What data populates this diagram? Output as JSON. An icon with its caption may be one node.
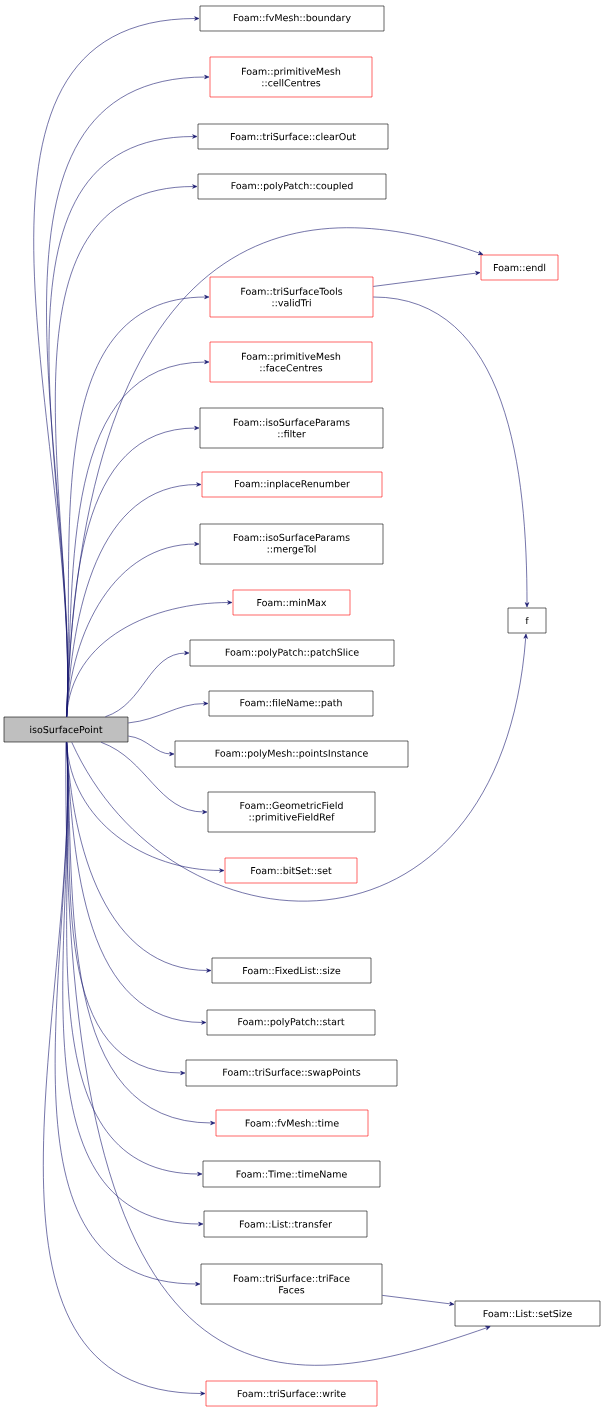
{
  "diagram": {
    "nodes": [
      {
        "text": [
          "isoSurfacePoint"
        ]
      },
      {
        "text": [
          "Foam::fvMesh::boundary"
        ]
      },
      {
        "text": [
          "Foam::primitiveMesh ::cellCentres"
        ]
      },
      {
        "text": [
          "Foam::triSurface::clearOut"
        ]
      },
      {
        "text": [
          "Foam::polyPatch::coupled"
        ]
      },
      {
        "text": [
          "Foam::endl"
        ]
      },
      {
        "text": [
          "Foam::triSurfaceTools ::validTri"
        ]
      },
      {
        "text": [
          "Foam::primitiveMesh ::faceCentres"
        ]
      },
      {
        "text": [
          "Foam::isoSurfaceParams ::filter"
        ]
      },
      {
        "text": [
          "Foam::inplaceRenumber"
        ]
      },
      {
        "text": [
          "Foam::isoSurfaceParams ::mergeTol"
        ]
      },
      {
        "text": [
          "Foam::minMax"
        ]
      },
      {
        "text": [
          "f"
        ]
      },
      {
        "text": [
          "Foam::polyPatch::patchSlice"
        ]
      },
      {
        "text": [
          "Foam::fileName::path"
        ]
      },
      {
        "text": [
          "Foam::polyMesh::pointsInstance"
        ]
      },
      {
        "text": [
          "Foam::GeometricField ::primitiveFieldRef"
        ]
      },
      {
        "text": [
          "Foam::bitSet::set"
        ]
      },
      {
        "text": [
          "Foam::FixedList::size"
        ]
      },
      {
        "text": [
          "Foam::polyPatch::start"
        ]
      },
      {
        "text": [
          "Foam::triSurface::swapPoints"
        ]
      },
      {
        "text": [
          "Foam::fvMesh::time"
        ]
      },
      {
        "text": [
          "Foam::Time::timeName"
        ]
      },
      {
        "text": [
          "Foam::List::transfer"
        ]
      },
      {
        "text": [
          "Foam::triSurface::triFace Faces"
        ]
      },
      {
        "text": [
          "Foam::List::setSize"
        ]
      },
      {
        "text": [
          "Foam::triSurface::write"
        ]
      }
    ],
    "edges": [
      {
        "from": 0,
        "to": 1,
        "arrow": "to"
      },
      {
        "from": 0,
        "to": 2,
        "arrow": "to"
      },
      {
        "from": 0,
        "to": 3,
        "arrow": "to"
      },
      {
        "from": 0,
        "to": 4,
        "arrow": "to"
      },
      {
        "from": 0,
        "to": 5,
        "arrow": "to"
      },
      {
        "from": 0,
        "to": 6,
        "arrow": "to"
      },
      {
        "from": 0,
        "to": 7,
        "arrow": "to"
      },
      {
        "from": 0,
        "to": 8,
        "arrow": "to"
      },
      {
        "from": 0,
        "to": 9,
        "arrow": "to"
      },
      {
        "from": 0,
        "to": 10,
        "arrow": "to"
      },
      {
        "from": 0,
        "to": 11,
        "arrow": "to"
      },
      {
        "from": 0,
        "to": 13,
        "arrow": "to"
      },
      {
        "from": 0,
        "to": 14,
        "arrow": "to"
      },
      {
        "from": 0,
        "to": 15,
        "arrow": "to"
      },
      {
        "from": 0,
        "to": 16,
        "arrow": "to"
      },
      {
        "from": 0,
        "to": 17,
        "arrow": "to"
      },
      {
        "from": 0,
        "to": 12,
        "arrow": "to"
      },
      {
        "from": 0,
        "to": 18,
        "arrow": "to"
      },
      {
        "from": 0,
        "to": 19,
        "arrow": "to"
      },
      {
        "from": 0,
        "to": 20,
        "arrow": "to"
      },
      {
        "from": 0,
        "to": 21,
        "arrow": "to"
      },
      {
        "from": 0,
        "to": 22,
        "arrow": "to"
      },
      {
        "from": 0,
        "to": 23,
        "arrow": "to"
      },
      {
        "from": 0,
        "to": 24,
        "arrow": "to"
      },
      {
        "from": 0,
        "to": 25,
        "arrow": "to"
      },
      {
        "from": 0,
        "to": 26,
        "arrow": "to"
      },
      {
        "from": 6,
        "to": 5,
        "arrow": "to"
      },
      {
        "from": 6,
        "to": 12,
        "arrow": "to"
      },
      {
        "from": 24,
        "to": 25,
        "arrow": "to"
      }
    ]
  }
}
